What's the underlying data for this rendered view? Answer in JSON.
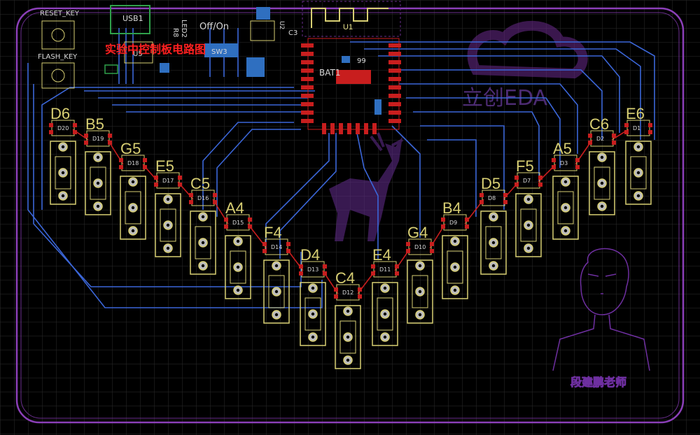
{
  "labels": {
    "reset_key": "RESET_KEY",
    "flash_key": "FLASH_KEY",
    "usb": "USB1",
    "u5": "U5",
    "led_label": "LED2",
    "r_label": "R8",
    "off_on": "Off/On",
    "sw3": "SW3",
    "u2": "U2",
    "c3": "C3",
    "u1": "U1",
    "bat": "BAT1",
    "c99": "99",
    "chinese_banner": "实验中控制板电路图",
    "eda_logo": "立创EDA",
    "teacher": "段建鹏老师"
  },
  "notes": [
    {
      "n": "D6",
      "d": "D20"
    },
    {
      "n": "B5",
      "d": "D19"
    },
    {
      "n": "G5",
      "d": "D18"
    },
    {
      "n": "E5",
      "d": "D17"
    },
    {
      "n": "C5",
      "d": "D16"
    },
    {
      "n": "A4",
      "d": "D15"
    },
    {
      "n": "F4",
      "d": "D14"
    },
    {
      "n": "D4",
      "d": "D13"
    },
    {
      "n": "C4",
      "d": "D12"
    },
    {
      "n": "E4",
      "d": "D11"
    },
    {
      "n": "G4",
      "d": "D10"
    },
    {
      "n": "B4",
      "d": "D9"
    },
    {
      "n": "D5",
      "d": "D8"
    },
    {
      "n": "F5",
      "d": "D7"
    },
    {
      "n": "A5",
      "d": "D3"
    },
    {
      "n": "C6",
      "d": "D2"
    },
    {
      "n": "E6",
      "d": "D1"
    }
  ],
  "colors": {
    "background": "#000000",
    "grid": "#2b2b2b",
    "board_outline": "#8b3fb8",
    "trace_blue": "#3b66d8",
    "trace_red": "#c81e1e",
    "silkscreen": "#d8cf73",
    "pad": "#9a9a9a"
  }
}
